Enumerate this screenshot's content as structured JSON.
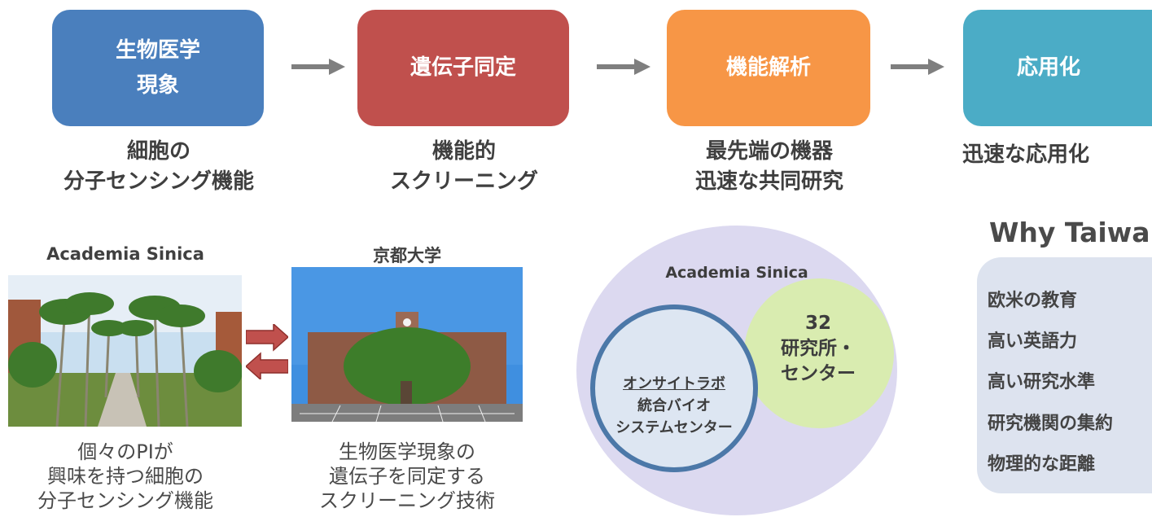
{
  "flow": {
    "stages": [
      {
        "lines": [
          "生物医学",
          "現象"
        ],
        "color": "#4a7fbd"
      },
      {
        "lines": [
          "遺伝子同定"
        ],
        "color": "#c0504d"
      },
      {
        "lines": [
          "機能解析"
        ],
        "color": "#f79646"
      },
      {
        "lines": [
          "応用化"
        ],
        "color": "#4bacc6"
      }
    ],
    "captions": [
      {
        "line1": "細胞の",
        "line2": "分子センシング機能"
      },
      {
        "line1": "機能的",
        "line2": "スクリーニング"
      },
      {
        "line1": "最先端の機器",
        "line2": "迅速な共同研究"
      },
      {
        "line1": "迅速な応用化",
        "line2": ""
      }
    ],
    "arrow_color": "#7f7f7f"
  },
  "sites": {
    "left": {
      "title": "Academia Sinica",
      "desc": [
        "個々のPIが",
        "興味を持つ細胞の",
        "分子センシング機能"
      ]
    },
    "right": {
      "title": "京都大学",
      "desc": [
        "生物医学現象の",
        "遺伝子を同定する",
        "スクリーニング技術"
      ]
    },
    "exchange_arrow_color": "#c0504d"
  },
  "venn": {
    "outer_title": "Academia Sinica",
    "outer_color": "#dcd9f0",
    "institutes": {
      "count": "32",
      "label1": "研究所・",
      "label2": "センター",
      "color": "#d9ecb0"
    },
    "onsite": {
      "line1": "オンサイトラボ",
      "line2": "統合バイオ",
      "line3": "システムセンター",
      "fill": "#dde6f2",
      "stroke": "#4c78a8"
    }
  },
  "why": {
    "title": "Why Taiwan",
    "items": [
      "欧米の教育",
      "高い英語力",
      "高い研究水準",
      "研究機関の集約",
      "物理的な距離"
    ]
  }
}
